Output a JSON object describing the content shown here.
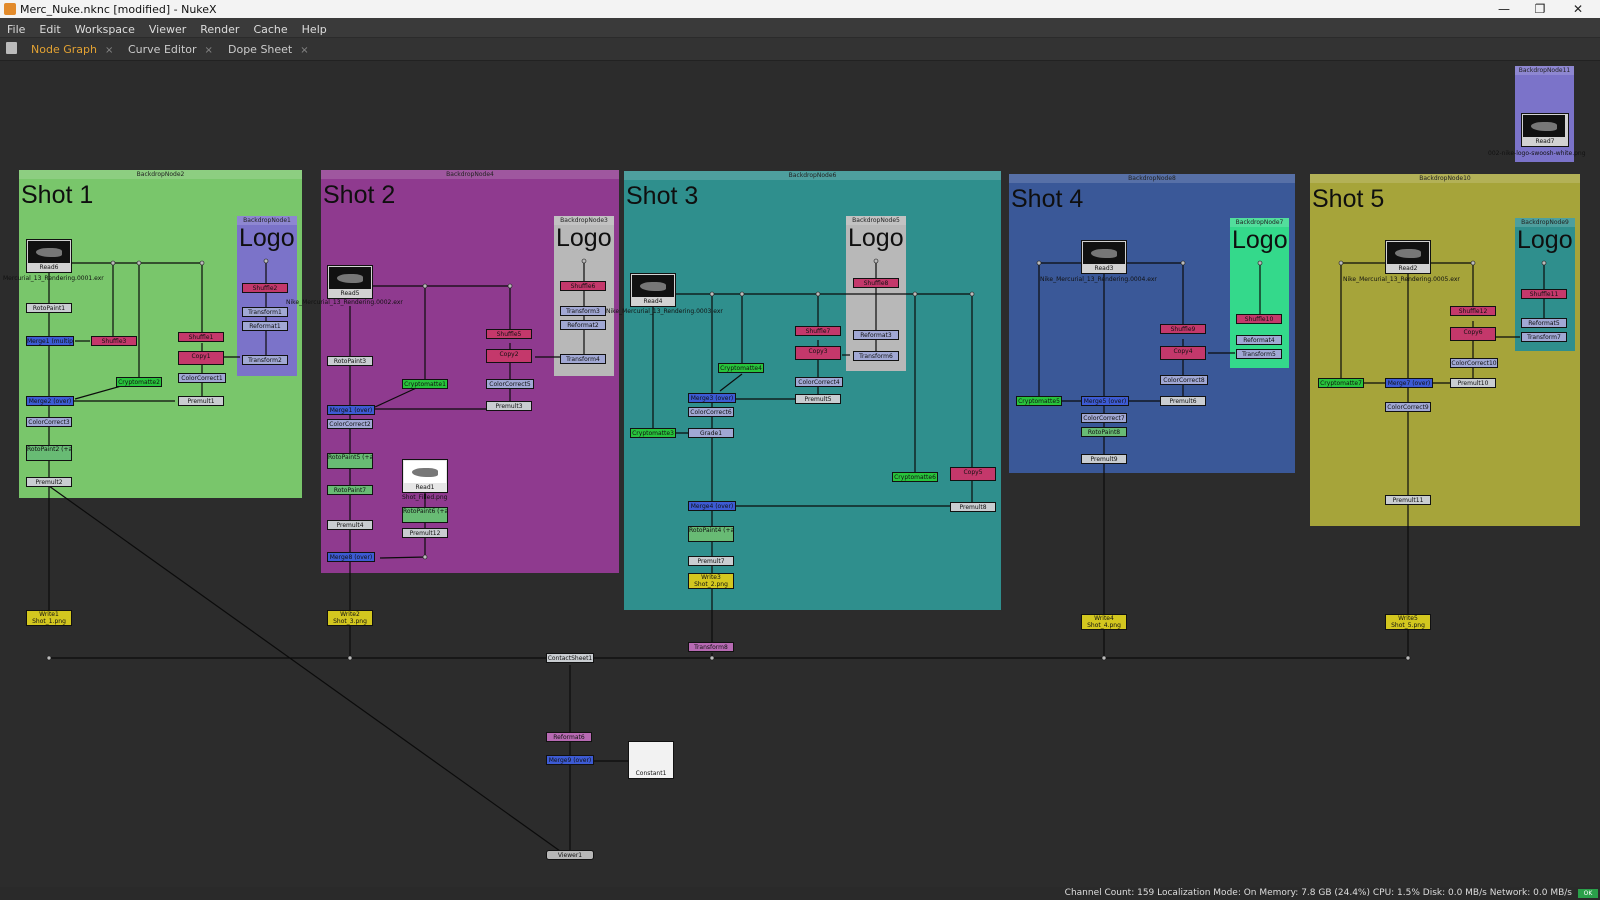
{
  "window": {
    "title": "Merc_Nuke.nknc [modified] - NukeX",
    "controls": {
      "minimize": "—",
      "maximize": "❐",
      "close": "✕"
    }
  },
  "menu": [
    "File",
    "Edit",
    "Workspace",
    "Viewer",
    "Render",
    "Cache",
    "Help"
  ],
  "tabs": [
    {
      "label": "Node Graph",
      "active": true,
      "close": "×"
    },
    {
      "label": "Curve Editor",
      "active": false,
      "close": "×"
    },
    {
      "label": "Dope Sheet",
      "active": false,
      "close": "×"
    }
  ],
  "backdrops": {
    "shot1": {
      "label": "BackdropNode2",
      "title": "Shot 1",
      "color": "#79c66b"
    },
    "shot1_logo": {
      "label": "BackdropNode1",
      "title": "Logo",
      "color": "#7b73c9"
    },
    "shot2": {
      "label": "BackdropNode4",
      "title": "Shot 2",
      "color": "#8f3a8f"
    },
    "shot2_logo": {
      "label": "BackdropNode3",
      "title": "Logo",
      "color": "#b8b8b8"
    },
    "shot3": {
      "label": "BackdropNode6",
      "title": "Shot 3",
      "color": "#2f8f8d"
    },
    "shot3_logo": {
      "label": "BackdropNode5",
      "title": "Logo",
      "color": "#b8b8b8"
    },
    "shot4": {
      "label": "BackdropNode8",
      "title": "Shot 4",
      "color": "#3a5898"
    },
    "shot4_logo": {
      "label": "BackdropNode7",
      "title": "Logo",
      "color": "#34d98b"
    },
    "shot5": {
      "label": "BackdropNode10",
      "title": "Shot 5",
      "color": "#a6a43a"
    },
    "shot5_logo": {
      "label": "BackdropNode9",
      "title": "Logo",
      "color": "#2f8f8d"
    },
    "nike": {
      "label": "BackdropNode11",
      "color": "#7b73c9"
    }
  },
  "reads": {
    "read6": {
      "label": "Read6",
      "file": "Mercurial_13_Rendering.0001.exr"
    },
    "read5": {
      "label": "Read5",
      "file": "Nike_Mercurial_13_Rendering.0002.exr"
    },
    "read4": {
      "label": "Read4",
      "file": "Nike_Mercurial_13_Rendering.0003.exr"
    },
    "read3": {
      "label": "Read3",
      "file": "Nike_Mercurial_13_Rendering.0004.exr"
    },
    "read2": {
      "label": "Read2",
      "file": "Nike_Mercurial_13_Rendering.0005.exr"
    },
    "read1": {
      "label": "Read1",
      "file": "Shot_Filled.png"
    },
    "read7": {
      "label": "Read7",
      "file": "002-nike-logo-swoosh-white.png"
    }
  },
  "nodes": {
    "s1": [
      "RotoPaint1",
      "Merge1 (multiply)",
      "Shuffle3",
      "Shuffle1",
      "Copy1",
      "ColorCorrect1",
      "Cryptomatte2",
      "Premult1",
      "Merge2 (over)",
      "ColorCorrect3",
      "RotoPaint2 (+alpha)",
      "Premult2",
      "Shuffle2",
      "Transform1",
      "Reformat1",
      "Transform2"
    ],
    "s2": [
      "RotoPaint3",
      "Cryptomatte1",
      "Merge1 (over)",
      "ColorCorrect2",
      "RotoPaint5 (+alpha)",
      "RotoPaint7",
      "Premult4",
      "Merge8 (over)",
      "Shuffle5",
      "Copy2",
      "ColorCorrect5",
      "Premult3",
      "RotoPaint6 (+alpha)",
      "Premult12",
      "Shuffle6",
      "Transform3",
      "Reformat2",
      "Transform4"
    ],
    "s3": [
      "Cryptomatte3",
      "Cryptomatte4",
      "Merge3 (over)",
      "ColorCorrect6",
      "Grade1",
      "Merge4 (over)",
      "RotoPaint4 (+alpha)",
      "Premult7",
      "Shuffle7",
      "Copy3",
      "ColorCorrect4",
      "Premult5",
      "Cryptomatte6",
      "Copy5",
      "Premult8",
      "Shuffle8",
      "Reformat3",
      "Transform6"
    ],
    "s4": [
      "Cryptomatte5",
      "Merge5 (over)",
      "ColorCorrect7",
      "RotoPaint8",
      "Premult9",
      "Shuffle9",
      "Copy4",
      "ColorCorrect8",
      "Premult6",
      "Shuffle10",
      "Reformat4",
      "Transform5"
    ],
    "s5": [
      "Cryptomatte7",
      "Merge7 (over)",
      "ColorCorrect9",
      "Premult10",
      "Shuffle12",
      "Copy6",
      "ColorCorrect10",
      "Premult11",
      "Shuffle11",
      "Reformat5",
      "Transform7"
    ],
    "writes": {
      "w1": {
        "label": "Write1",
        "file": "Shot_1.png"
      },
      "w2": {
        "label": "Write2",
        "file": "Shot_3.png"
      },
      "w3": {
        "label": "Write3",
        "file": "Shot_2.png"
      },
      "w4": {
        "label": "Write4",
        "file": "Shot_4.png"
      },
      "w5": {
        "label": "Write5",
        "file": "Shot_5.png"
      }
    },
    "bottom": {
      "transform": "Transform8",
      "contact": "ContactSheet1",
      "reformat": "Reformat6",
      "merge": "Merge9 (over)",
      "constant": "Constant1",
      "viewer": "Viewer1"
    }
  },
  "status": "Channel Count: 159  Localization Mode: On  Memory: 7.8 GB (24.4%)  CPU: 1.5%  Disk: 0.0 MB/s  Network: 0.0 MB/s",
  "status_ok": "OK"
}
